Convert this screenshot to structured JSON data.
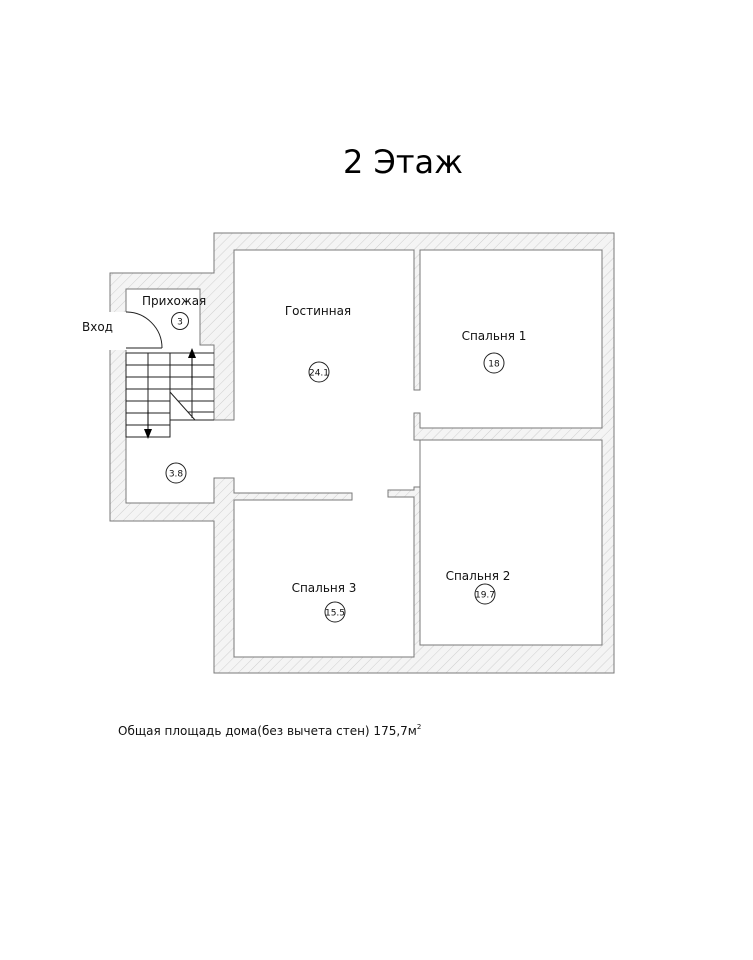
{
  "title": "2 Этаж",
  "entrance_label": "Вход",
  "rooms": {
    "hallway": {
      "name": "Прихожая",
      "area": "3"
    },
    "stair_hall": {
      "area": "3.8"
    },
    "living": {
      "name": "Гостинная",
      "area": "24.1"
    },
    "bedroom1": {
      "name": "Спальня 1",
      "area": "18"
    },
    "bedroom2": {
      "name": "Спальня 2",
      "area": "19.7"
    },
    "bedroom3": {
      "name": "Спальня 3",
      "area": "15.5"
    }
  },
  "footer": {
    "text": "Общая площадь дома(без вычета стен) 175,7м",
    "sup": "2"
  },
  "colors": {
    "wall_fill": "#f4f4f4",
    "wall_stroke": "#7a7a7a",
    "hatch": "#c8c8c8",
    "line": "#222222"
  }
}
